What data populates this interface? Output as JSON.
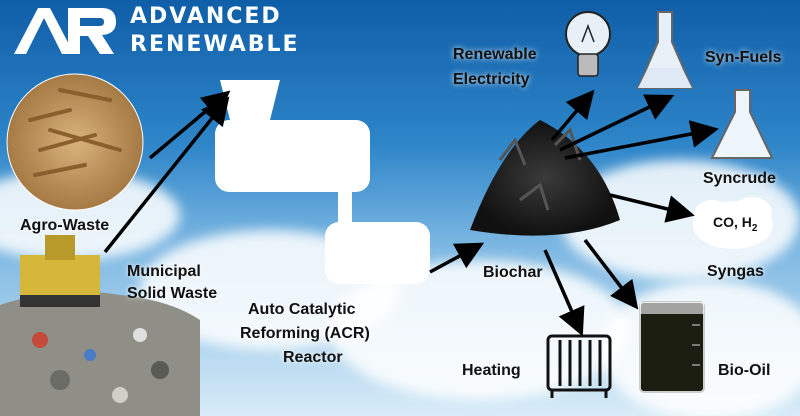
{
  "logo": {
    "mark": "AR",
    "line1": "ADVANCED",
    "line2": "RENEWABLE"
  },
  "labels": {
    "agro_waste": "Agro-Waste",
    "municipal_1": "Municipal",
    "municipal_2": "Solid Waste",
    "reactor_1": "Auto Catalytic",
    "reactor_2": "Reforming (ACR)",
    "reactor_3": "Reactor",
    "biochar": "Biochar",
    "renewable_1": "Renewable",
    "renewable_2": "Electricity",
    "syn_fuels": "Syn-Fuels",
    "syncrude": "Syncrude",
    "syngas_formula": "CO, H",
    "syngas_sub": "2",
    "syngas": "Syngas",
    "heating": "Heating",
    "bio_oil": "Bio-Oil"
  },
  "icons": [
    "lightbulb-icon",
    "flask-icon",
    "beaker-icon",
    "cloud-icon",
    "radiator-icon"
  ],
  "colors": {
    "sky": "#2f86c9",
    "arrow": "#000000",
    "reactor": "#ffffff"
  }
}
